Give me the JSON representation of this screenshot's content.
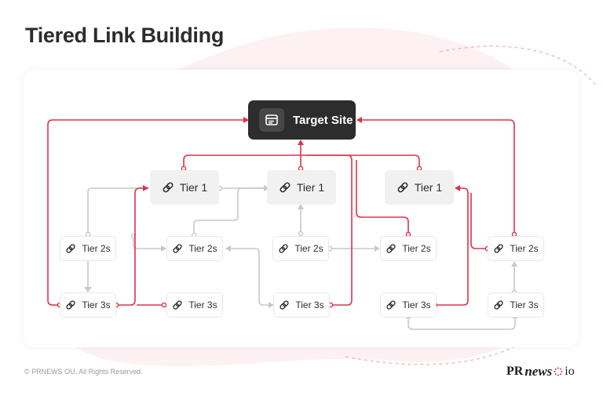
{
  "title": "Tiered Link Building",
  "target": {
    "label": "Target Site"
  },
  "tiers": {
    "tier1": [
      "Tier 1",
      "Tier 1",
      "Tier 1"
    ],
    "tier2": [
      "Tier 2s",
      "Tier 2s",
      "Tier 2s",
      "Tier 2s",
      "Tier 2s"
    ],
    "tier3": [
      "Tier 3s",
      "Tier 3s",
      "Tier 3s",
      "Tier 3s",
      "Tier 3s"
    ]
  },
  "footer": {
    "copyright": "© PRNEWS OU, All Rights Reserved."
  },
  "logo": {
    "part1": "PR",
    "part2": "news",
    "part3": "io"
  },
  "colors": {
    "highlight": "#e0334a",
    "connector": "#c8c8c8",
    "target_bg": "#2d2d2d",
    "tier1_bg": "#f1f1f1"
  },
  "icons": {
    "target": "browser-window-icon",
    "node": "link-icon",
    "logo": "dot-ring-icon"
  }
}
